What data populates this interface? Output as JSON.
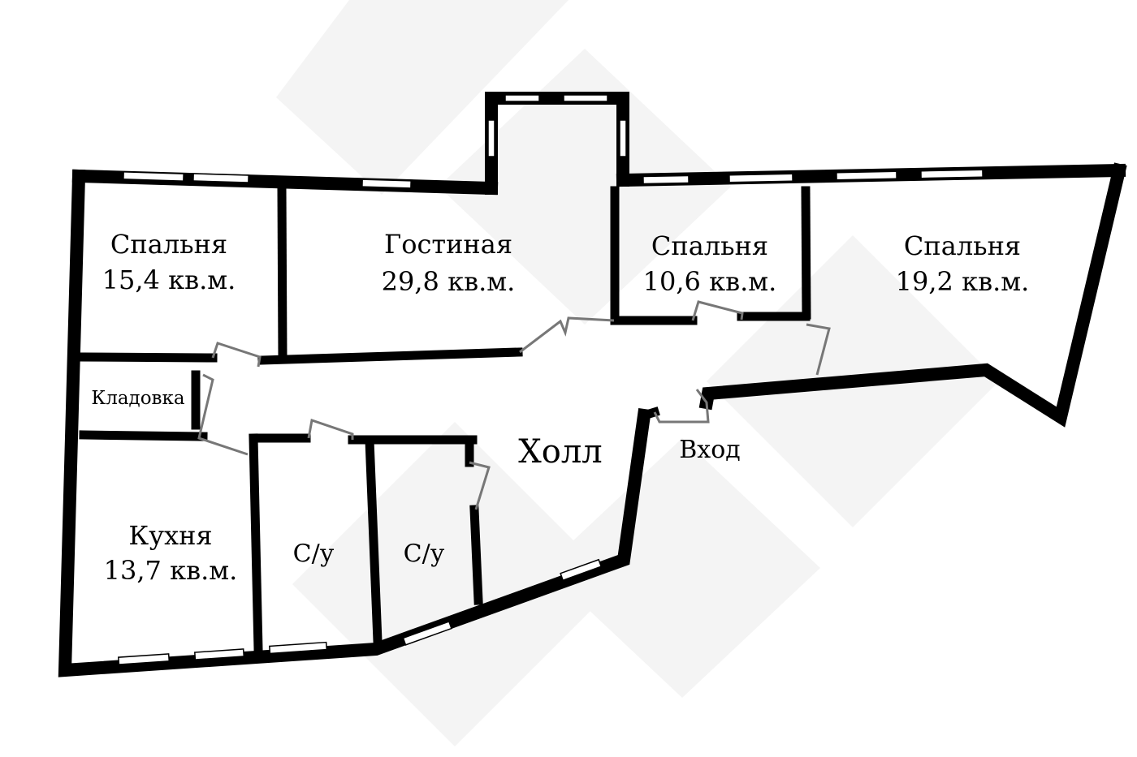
{
  "rooms": {
    "bedroom_1": {
      "name": "Спальня",
      "area": "15,4 кв.м."
    },
    "living": {
      "name": "Гостиная",
      "area": "29,8 кв.м."
    },
    "bedroom_2": {
      "name": "Спальня",
      "area": "10,6 кв.м."
    },
    "bedroom_3": {
      "name": "Спальня",
      "area": "19,2 кв.м."
    },
    "storage": {
      "name": "Кладовка"
    },
    "kitchen": {
      "name": "Кухня",
      "area": "13,7 кв.м."
    },
    "wc_1": {
      "name": "С/у"
    },
    "wc_2": {
      "name": "С/у"
    },
    "hall": {
      "name": "Холл"
    },
    "entrance": {
      "name": "Вход"
    }
  },
  "colors": {
    "wall": "#000000",
    "door": "#777777",
    "background": "#ffffff",
    "watermark": "#f4f4f4"
  }
}
